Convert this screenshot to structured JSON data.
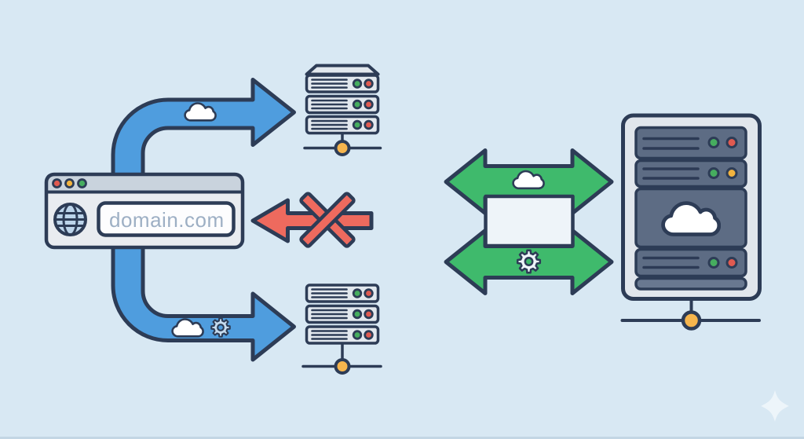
{
  "colors": {
    "background": "#d8e8f3",
    "outline_navy": "#2d3c56",
    "blue": "#4f9dde",
    "green": "#3fba6c",
    "red": "#ee6a5e",
    "orange": "#f6b54d",
    "browser_header": "#c9d3dd",
    "browser_body": "#e9ecf0",
    "url_text": "#9dafc4",
    "globe_fill": "#bcd4ea",
    "server_unit_fill": "#e2e8ee",
    "tower_shell": "#e1e6ec",
    "tower_panel": "#5d6c84",
    "dot_green": "#46ad5f",
    "dot_red": "#e05a50",
    "dot_yellow": "#f2b33e",
    "exchange_box_fill": "#eef4f9",
    "bottom_strip": "#c3d6e4"
  },
  "browser_window": {
    "url_value": "domain.com",
    "traffic_lights": [
      "red",
      "yellow",
      "green"
    ],
    "address_icon": "globe-icon"
  },
  "blue_arrow_top": {
    "direction": "right",
    "badges": [
      "cloud-icon"
    ]
  },
  "blue_arrow_bottom": {
    "direction": "right",
    "badges": [
      "cloud-icon",
      "gear-icon"
    ]
  },
  "blocked_arrow": {
    "direction": "left",
    "symbol": "x-cross"
  },
  "sync_arrow_top": {
    "direction": "both",
    "badges": [
      "cloud-icon"
    ]
  },
  "sync_arrow_bottom": {
    "direction": "both",
    "badges": [
      "gear-icon"
    ]
  },
  "server_stack_top": {
    "units": 3,
    "leds_per_unit": [
      "green",
      "red"
    ],
    "node_color": "orange"
  },
  "server_stack_bottom": {
    "units": 3,
    "leds_per_unit": [
      "green",
      "red"
    ],
    "node_color": "orange"
  },
  "server_tower": {
    "rack_units": [
      {
        "leds": [
          "green",
          "red"
        ]
      },
      {
        "leds": [
          "green",
          "yellow"
        ]
      },
      {
        "leds": [
          "green",
          "red"
        ]
      }
    ],
    "panel_icon": "cloud-icon",
    "node_color": "orange"
  },
  "watermark": {
    "icon": "sparkle-icon"
  }
}
